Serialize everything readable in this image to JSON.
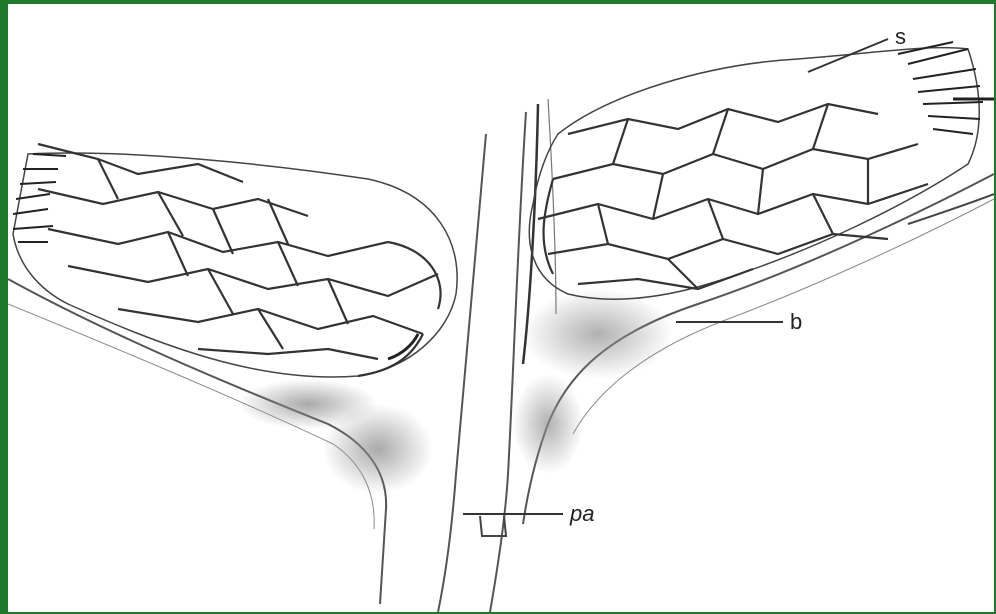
{
  "labels": {
    "s": "s",
    "b": "b",
    "pa": "pa"
  },
  "colors": {
    "border": "#1e7a2a",
    "background": "#ffffff",
    "ink": "#222222",
    "stipple": "#9a9a9a"
  }
}
